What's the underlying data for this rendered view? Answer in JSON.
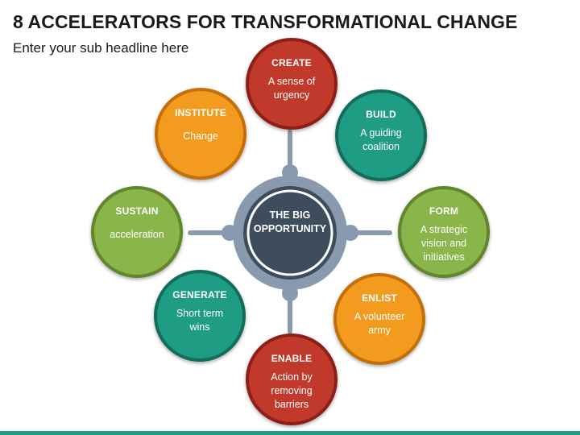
{
  "header": {
    "title": "8 ACCELERATORS FOR TRANSFORMATIONAL CHANGE",
    "subtitle": "Enter your sub headline here"
  },
  "center": {
    "line1": "THE BIG",
    "line2": "OPPORTUNITY"
  },
  "colors": {
    "red": "#c0392b",
    "red_border": "#8e1f17",
    "teal": "#1f9d84",
    "teal_border": "#136d5a",
    "green": "#8ab54a",
    "green_border": "#62862b",
    "orange": "#f29b1f",
    "orange_border": "#c46f08",
    "hub": "#3e4d5e",
    "hub_ring": "#8a9aae",
    "accent_bar": "#1f9d84"
  },
  "accelerators": [
    {
      "id": "create",
      "label": "CREATE",
      "lines": [
        "A sense of",
        "urgency"
      ]
    },
    {
      "id": "build",
      "label": "BUILD",
      "lines": [
        "A guiding",
        "coalition"
      ]
    },
    {
      "id": "form",
      "label": "FORM",
      "lines": [
        "A strategic",
        "vision and",
        "initiatives"
      ]
    },
    {
      "id": "enlist",
      "label": "ENLIST",
      "lines": [
        "A volunteer",
        "army"
      ]
    },
    {
      "id": "enable",
      "label": "ENABLE",
      "lines": [
        "Action by",
        "removing",
        "barriers"
      ]
    },
    {
      "id": "generate",
      "label": "GENERATE",
      "lines": [
        "Short term",
        "wins"
      ]
    },
    {
      "id": "sustain",
      "label": "SUSTAIN",
      "lines": [
        "acceleration"
      ]
    },
    {
      "id": "institute",
      "label": "INSTITUTE",
      "lines": [
        "Change"
      ]
    }
  ]
}
